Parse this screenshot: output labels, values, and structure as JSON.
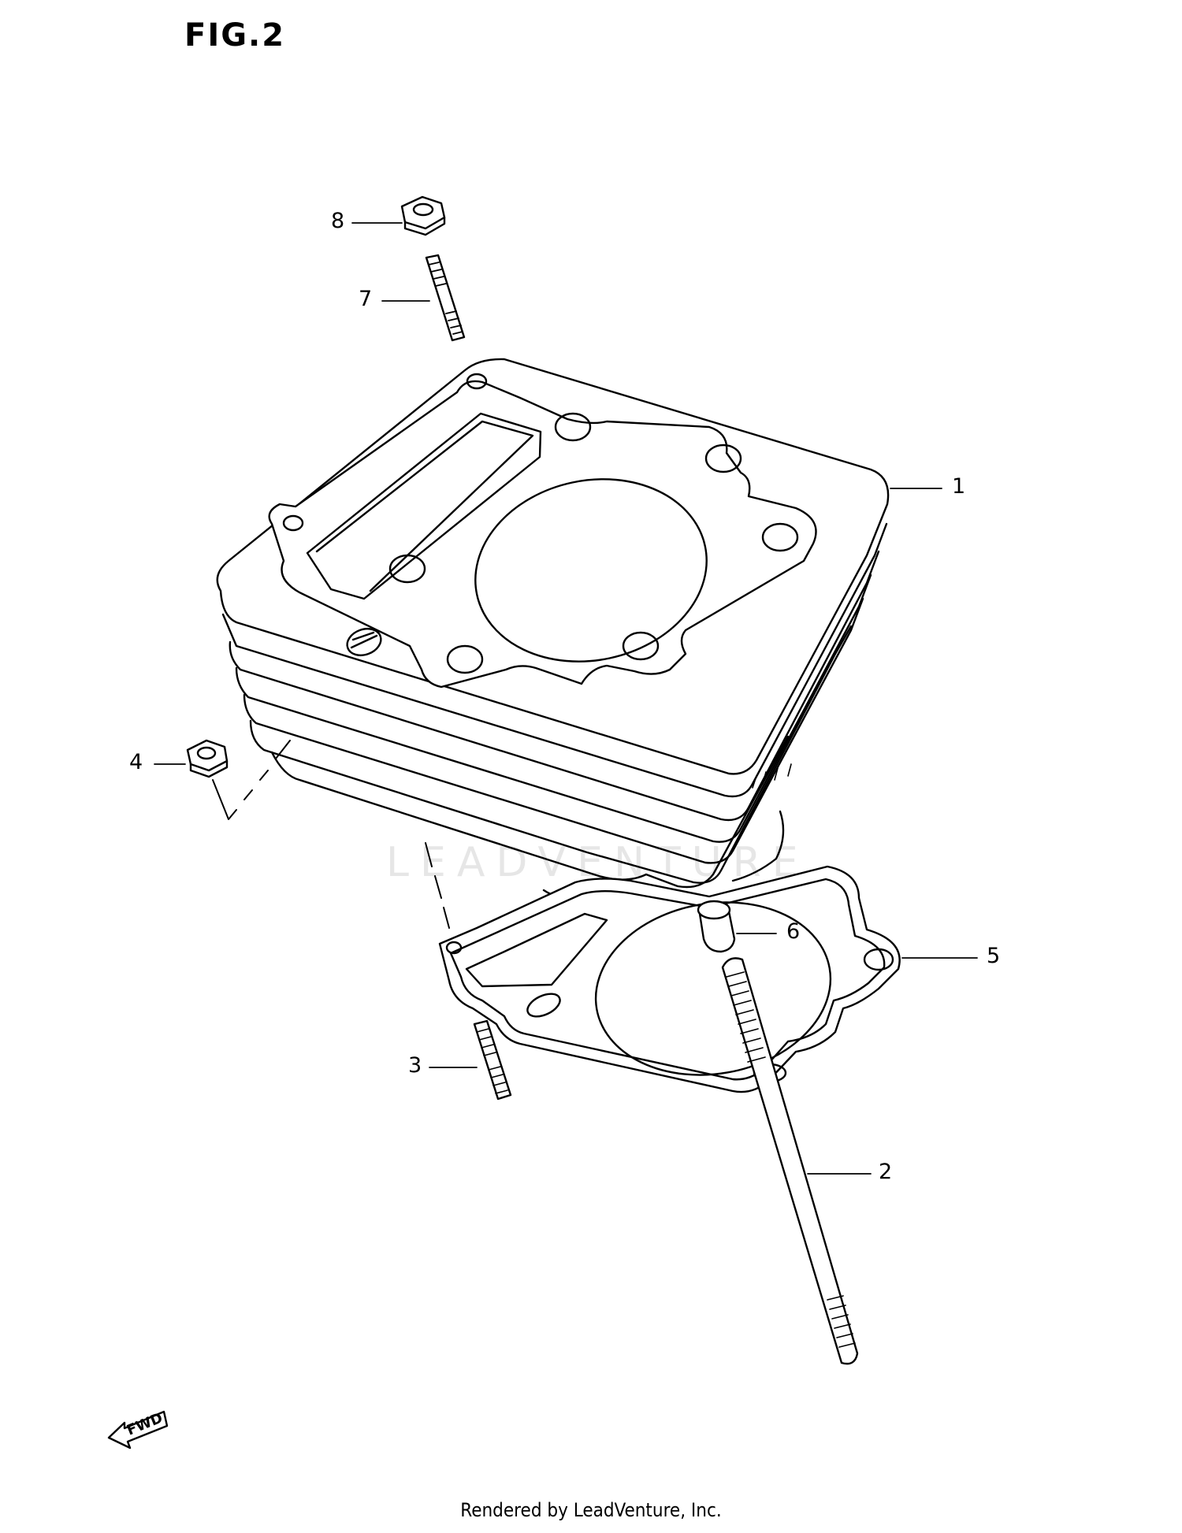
{
  "figure": {
    "title": "FIG.2"
  },
  "callouts": {
    "c1": "1",
    "c2": "2",
    "c3": "3",
    "c4": "4",
    "c5": "5",
    "c6": "6",
    "c7": "7",
    "c8": "8"
  },
  "fwd_label": "FWD",
  "watermark": "LEADVENTURE",
  "footer": "Rendered by LeadVenture, Inc.",
  "colors": {
    "line": "#000000",
    "background": "#ffffff",
    "watermark": "#e6e6e6"
  },
  "icons": [
    "nut-icon",
    "stud-icon",
    "cylinder-icon",
    "gasket-icon",
    "dowel-pin-icon",
    "forward-arrow-icon"
  ]
}
